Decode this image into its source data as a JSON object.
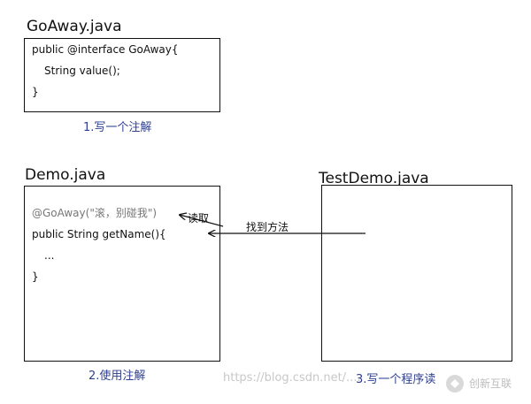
{
  "goaway": {
    "title": "GoAway.java",
    "lines": [
      "public @interface GoAway{",
      "String value();",
      "}"
    ],
    "caption": "1.写一个注解"
  },
  "demo": {
    "title": "Demo.java",
    "annotation_line": "@GoAway(\"滚，别碰我\")",
    "lines": [
      "public String getName(){",
      "...",
      "}"
    ],
    "caption": "2.使用注解"
  },
  "testdemo": {
    "title": "TestDemo.java",
    "caption": "3.写一个程序读"
  },
  "arrows": {
    "read_label": "读取",
    "find_label": "找到方法"
  },
  "watermark": {
    "url": "https://blog.csdn.net/....",
    "brand": "创新互联"
  },
  "colors": {
    "caption": "#2e3f8f",
    "annotation": "#777777"
  }
}
